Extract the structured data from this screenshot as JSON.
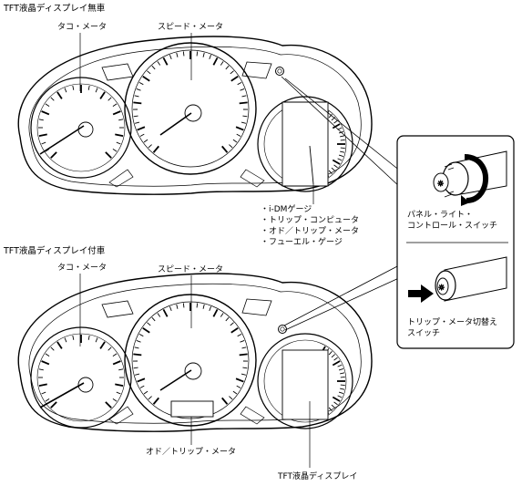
{
  "sections": {
    "top_title": "TFT液晶ディスプレイ無車",
    "bottom_title": "TFT液晶ディスプレイ付車"
  },
  "top": {
    "tacho_label": "タコ・メータ",
    "speedo_label": "スピード・メータ",
    "right_list": [
      "・i-DMゲージ",
      "・トリップ・コンピュータ",
      "・オド／トリップ・メータ",
      "・フューエル・ゲージ"
    ]
  },
  "bottom": {
    "tacho_label": "タコ・メータ",
    "speedo_label": "スピード・メータ",
    "odo_label": "オド／トリップ・メータ",
    "tft_label": "TFT液晶ディスプレイ"
  },
  "callout": {
    "panel_light": [
      "パネル・ライト・",
      "コントロール・スイッチ"
    ],
    "trip_switch": [
      "トリップ・メータ切替え",
      "スイッチ"
    ]
  }
}
